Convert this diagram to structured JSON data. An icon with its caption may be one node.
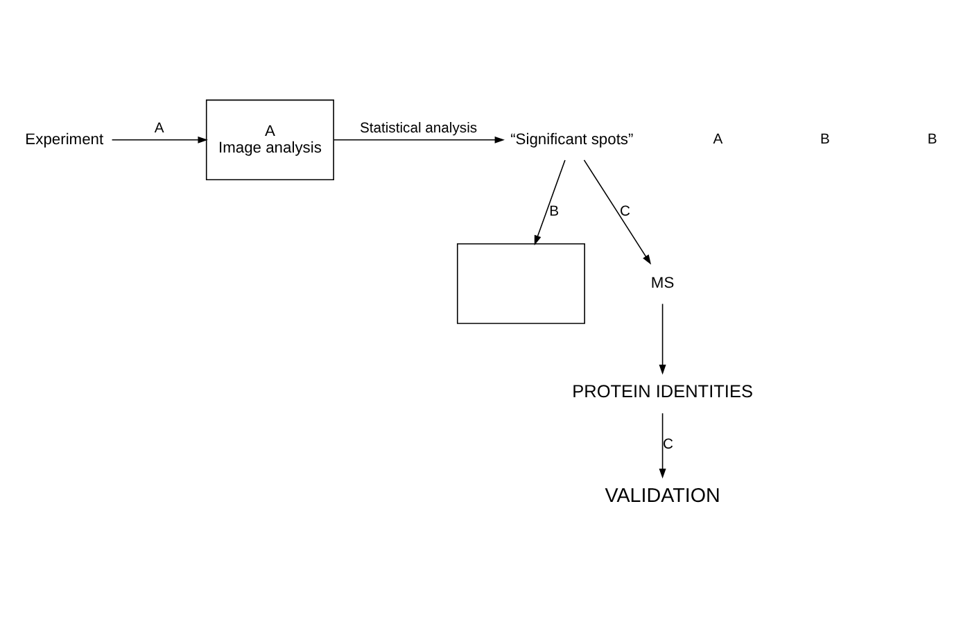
{
  "diagram": {
    "nodes": [
      {
        "text": [
          "Experiment"
        ]
      },
      {
        "text": [
          "A",
          "Image analysis"
        ]
      },
      {
        "text": [],
        "shape": "box"
      },
      {
        "text": [
          "“Significant spots”"
        ]
      },
      {
        "text": [
          "MS"
        ]
      },
      {
        "text": [
          "PROTEIN IDENTITIES"
        ]
      },
      {
        "text": [
          "VALIDATION"
        ]
      }
    ],
    "edges": [
      {
        "from": 0,
        "to": 1,
        "arrow": "to",
        "label": "A"
      },
      {
        "from": 1,
        "to": 3,
        "arrow": "to",
        "label": "Statistical analysis"
      },
      {
        "from": 3,
        "to": 2,
        "arrow": "to",
        "label": "B"
      },
      {
        "from": 3,
        "to": 4,
        "arrow": "to",
        "label": "C"
      },
      {
        "from": 4,
        "to": 5,
        "arrow": "to"
      },
      {
        "from": 5,
        "to": 6,
        "arrow": "to",
        "label": "C"
      }
    ],
    "labels": [
      "A",
      "B",
      "B"
    ]
  }
}
